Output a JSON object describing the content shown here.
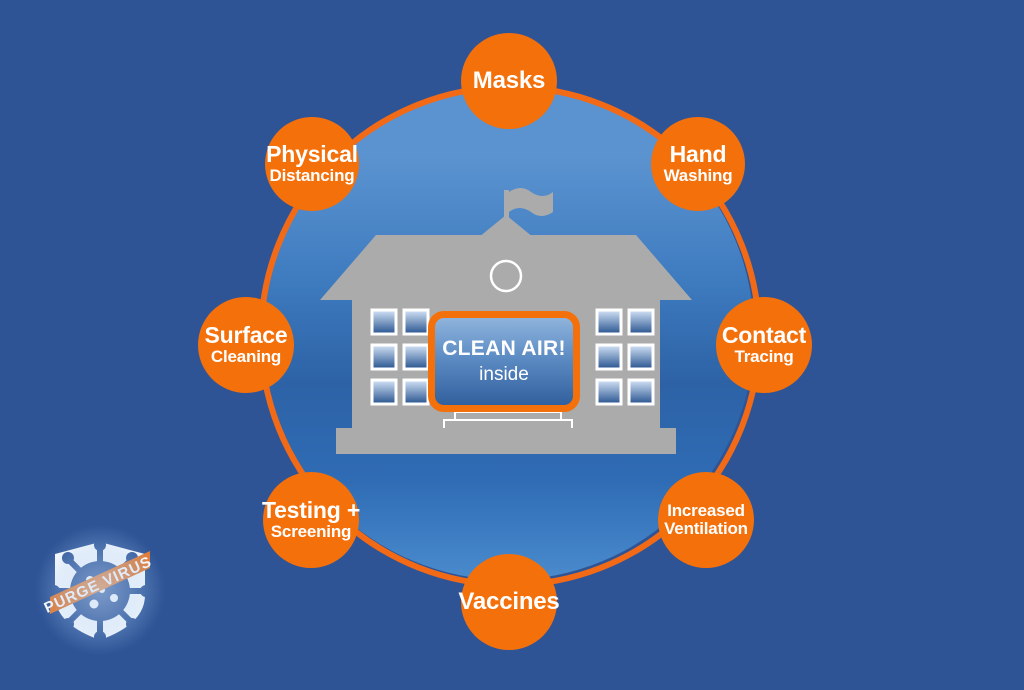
{
  "poster": {
    "background_color": "#2F5496",
    "accent_color": "#F4700B",
    "ring_color": "#F26A16",
    "disc_color_top": "#5B93D0",
    "disc_color_bottom": "#2D62A6"
  },
  "center_sign": {
    "line1": "CLEAN AIR!",
    "line2": "inside",
    "border_color": "#F4700B"
  },
  "nodes": [
    {
      "id": "masks",
      "line1": "Masks",
      "line2": ""
    },
    {
      "id": "physical",
      "line1": "Physical",
      "line2": "Distancing"
    },
    {
      "id": "hand",
      "line1": "Hand",
      "line2": "Washing"
    },
    {
      "id": "surface",
      "line1": "Surface",
      "line2": "Cleaning"
    },
    {
      "id": "contact",
      "line1": "Contact",
      "line2": "Tracing"
    },
    {
      "id": "testing",
      "line1": "Testing +",
      "line2": "Screening"
    },
    {
      "id": "ventilation",
      "line1": "Increased",
      "line2": "Ventilation"
    },
    {
      "id": "vaccines",
      "line1": "Vaccines",
      "line2": ""
    }
  ],
  "logo": {
    "banner_text": "PURGE VIRUS",
    "banner_color": "#E8792B",
    "shield_color": "#FFFFFF",
    "virus_color": "#2F5496"
  },
  "building": {
    "body_color": "#ABABAB",
    "roof_color": "#ABABAB",
    "window_color_top": "#C9DCF2",
    "window_color_bottom": "#2C5A99"
  }
}
